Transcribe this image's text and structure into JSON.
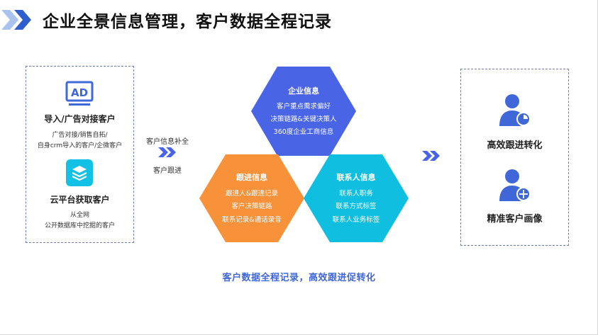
{
  "title": "企业全景信息管理，客户数据全程记录",
  "left_panel": {
    "items": [
      {
        "icon": "ad-icon",
        "heading": "导入/广告对接客户",
        "lines": [
          "广告对接/销售自拓/",
          "自身crm导入的客户/企微客户"
        ]
      },
      {
        "icon": "cloud-layers-icon",
        "heading": "云平台获取客户",
        "lines": [
          "从全网",
          "公开数据库中挖掘的客户"
        ]
      }
    ]
  },
  "connector_left": {
    "top_label": "客户信息补全",
    "bottom_label": "客户跟进"
  },
  "hexagons": [
    {
      "title": "企业信息",
      "color": "#4a64e6",
      "lines": [
        "客户重点需求偏好",
        "决策链路&关键决策人",
        "360度企业工商信息"
      ]
    },
    {
      "title": "跟进信息",
      "color": "#f7923a",
      "lines": [
        "跟进人&跟进记录",
        "客户决策链路",
        "联系记录&通话录音"
      ]
    },
    {
      "title": "联系人信息",
      "color": "#10bfe0",
      "lines": [
        "联系人职务",
        "联系方式标签",
        "联系人业务标签"
      ]
    }
  ],
  "right_panel": {
    "items": [
      {
        "icon": "user-chart-icon",
        "heading": "高效跟进转化"
      },
      {
        "icon": "user-target-icon",
        "heading": "精准客户画像"
      }
    ]
  },
  "caption": "客户数据全程记录，高效跟进促转化",
  "colors": {
    "accent_blue": "#3f67d8",
    "chevron_light": "#a9c2ee",
    "chevron_dark": "#2f5fcf",
    "cyan": "#12c1e3"
  }
}
